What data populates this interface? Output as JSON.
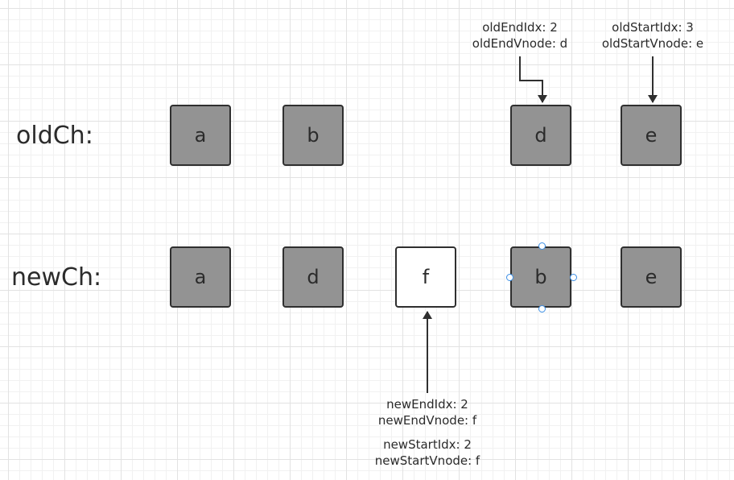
{
  "rows": {
    "old_label": "oldCh:",
    "new_label": "newCh:"
  },
  "old_nodes": [
    "a",
    "b",
    "d",
    "e"
  ],
  "new_nodes": [
    "a",
    "d",
    "f",
    "b",
    "e"
  ],
  "pointers": {
    "old_end": {
      "idx": "oldEndIdx: 2",
      "vnode": "oldEndVnode: d"
    },
    "old_start": {
      "idx": "oldStartIdx: 3",
      "vnode": "oldStartVnode: e"
    },
    "new_end": {
      "idx": "newEndIdx: 2",
      "vnode": "newEndVnode: f"
    },
    "new_start": {
      "idx": "newStartIdx: 2",
      "vnode": "newStartVnode: f"
    }
  },
  "colors": {
    "node_fill": "#939393",
    "new_node_fill": "#ffffff",
    "border": "#2f2f2f",
    "selection_handle": "#3a8ee6"
  }
}
